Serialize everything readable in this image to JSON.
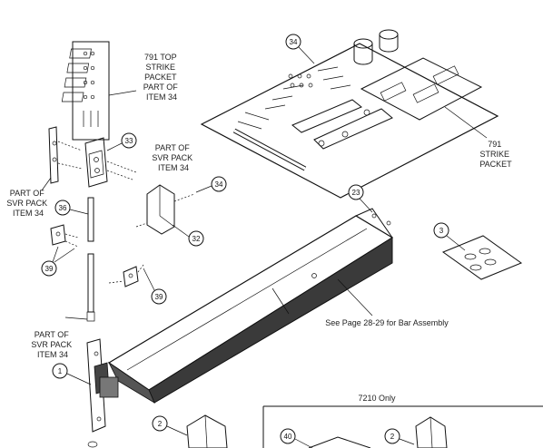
{
  "callouts": {
    "c34_top": "34",
    "c33": "33",
    "c34_right": "34",
    "c36": "36",
    "c32": "32",
    "c39_left": "39",
    "c39_mid": "39",
    "c23": "23",
    "c3": "3",
    "c1": "1",
    "c2_left": "2",
    "c40": "40",
    "c2_right": "2"
  },
  "labels": {
    "strike_top": [
      "791 TOP",
      "STRIKE",
      "PACKET",
      "PART OF",
      "ITEM 34"
    ],
    "svr_right": [
      "PART OF",
      "SVR PACK",
      "ITEM 34"
    ],
    "svr_left": [
      "PART OF",
      "SVR PACK",
      "ITEM 34"
    ],
    "svr_bottom": [
      "PART OF",
      "SVR PACK",
      "ITEM 34"
    ],
    "strike_packet": [
      "791",
      "STRIKE",
      "PACKET"
    ],
    "bar_note": "See Page 28-29 for Bar Assembly",
    "box_title": "7210 Only"
  }
}
